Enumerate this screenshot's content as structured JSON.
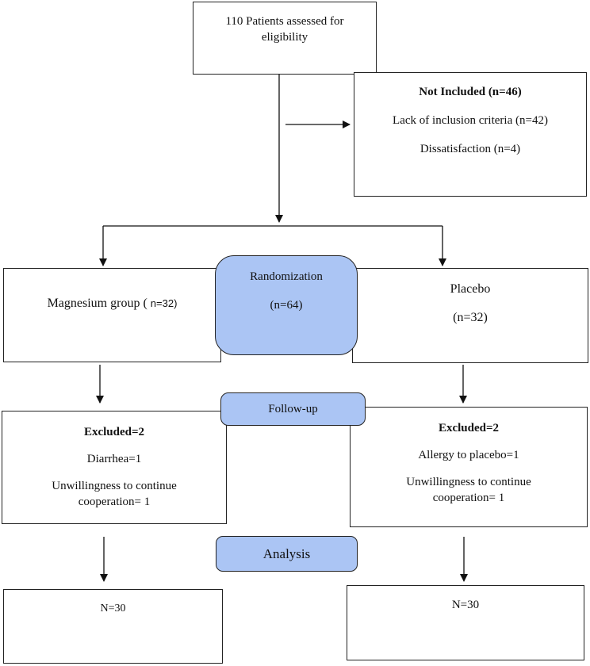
{
  "eligibility": {
    "line1": "110 Patients assessed for",
    "line2": "eligibility"
  },
  "not_included": {
    "title": "Not Included (n=46)",
    "reason1": "Lack of inclusion criteria (n=42)",
    "reason2": "Dissatisfaction (n=4)"
  },
  "randomization": {
    "label": "Randomization",
    "count": "(n=64)"
  },
  "magnesium": {
    "label": "Magnesium group (",
    "count": "n=32)"
  },
  "placebo": {
    "label": "Placebo",
    "count": "(n=32)"
  },
  "follow_up": {
    "label": "Follow-up"
  },
  "excluded_left": {
    "title": "Excluded=2",
    "reason1": "Diarrhea=1",
    "reason2_line1": "Unwillingness to continue",
    "reason2_line2": "cooperation= 1"
  },
  "excluded_right": {
    "title": "Excluded=2",
    "reason1": "Allergy to placebo=1",
    "reason2_line1": "Unwillingness to continue",
    "reason2_line2": "cooperation= 1"
  },
  "analysis": {
    "label": "Analysis"
  },
  "final_left": {
    "count": "N=30"
  },
  "final_right": {
    "count": "N=30"
  },
  "colors": {
    "node_fill": "#abc5f4",
    "stroke": "#222222"
  }
}
